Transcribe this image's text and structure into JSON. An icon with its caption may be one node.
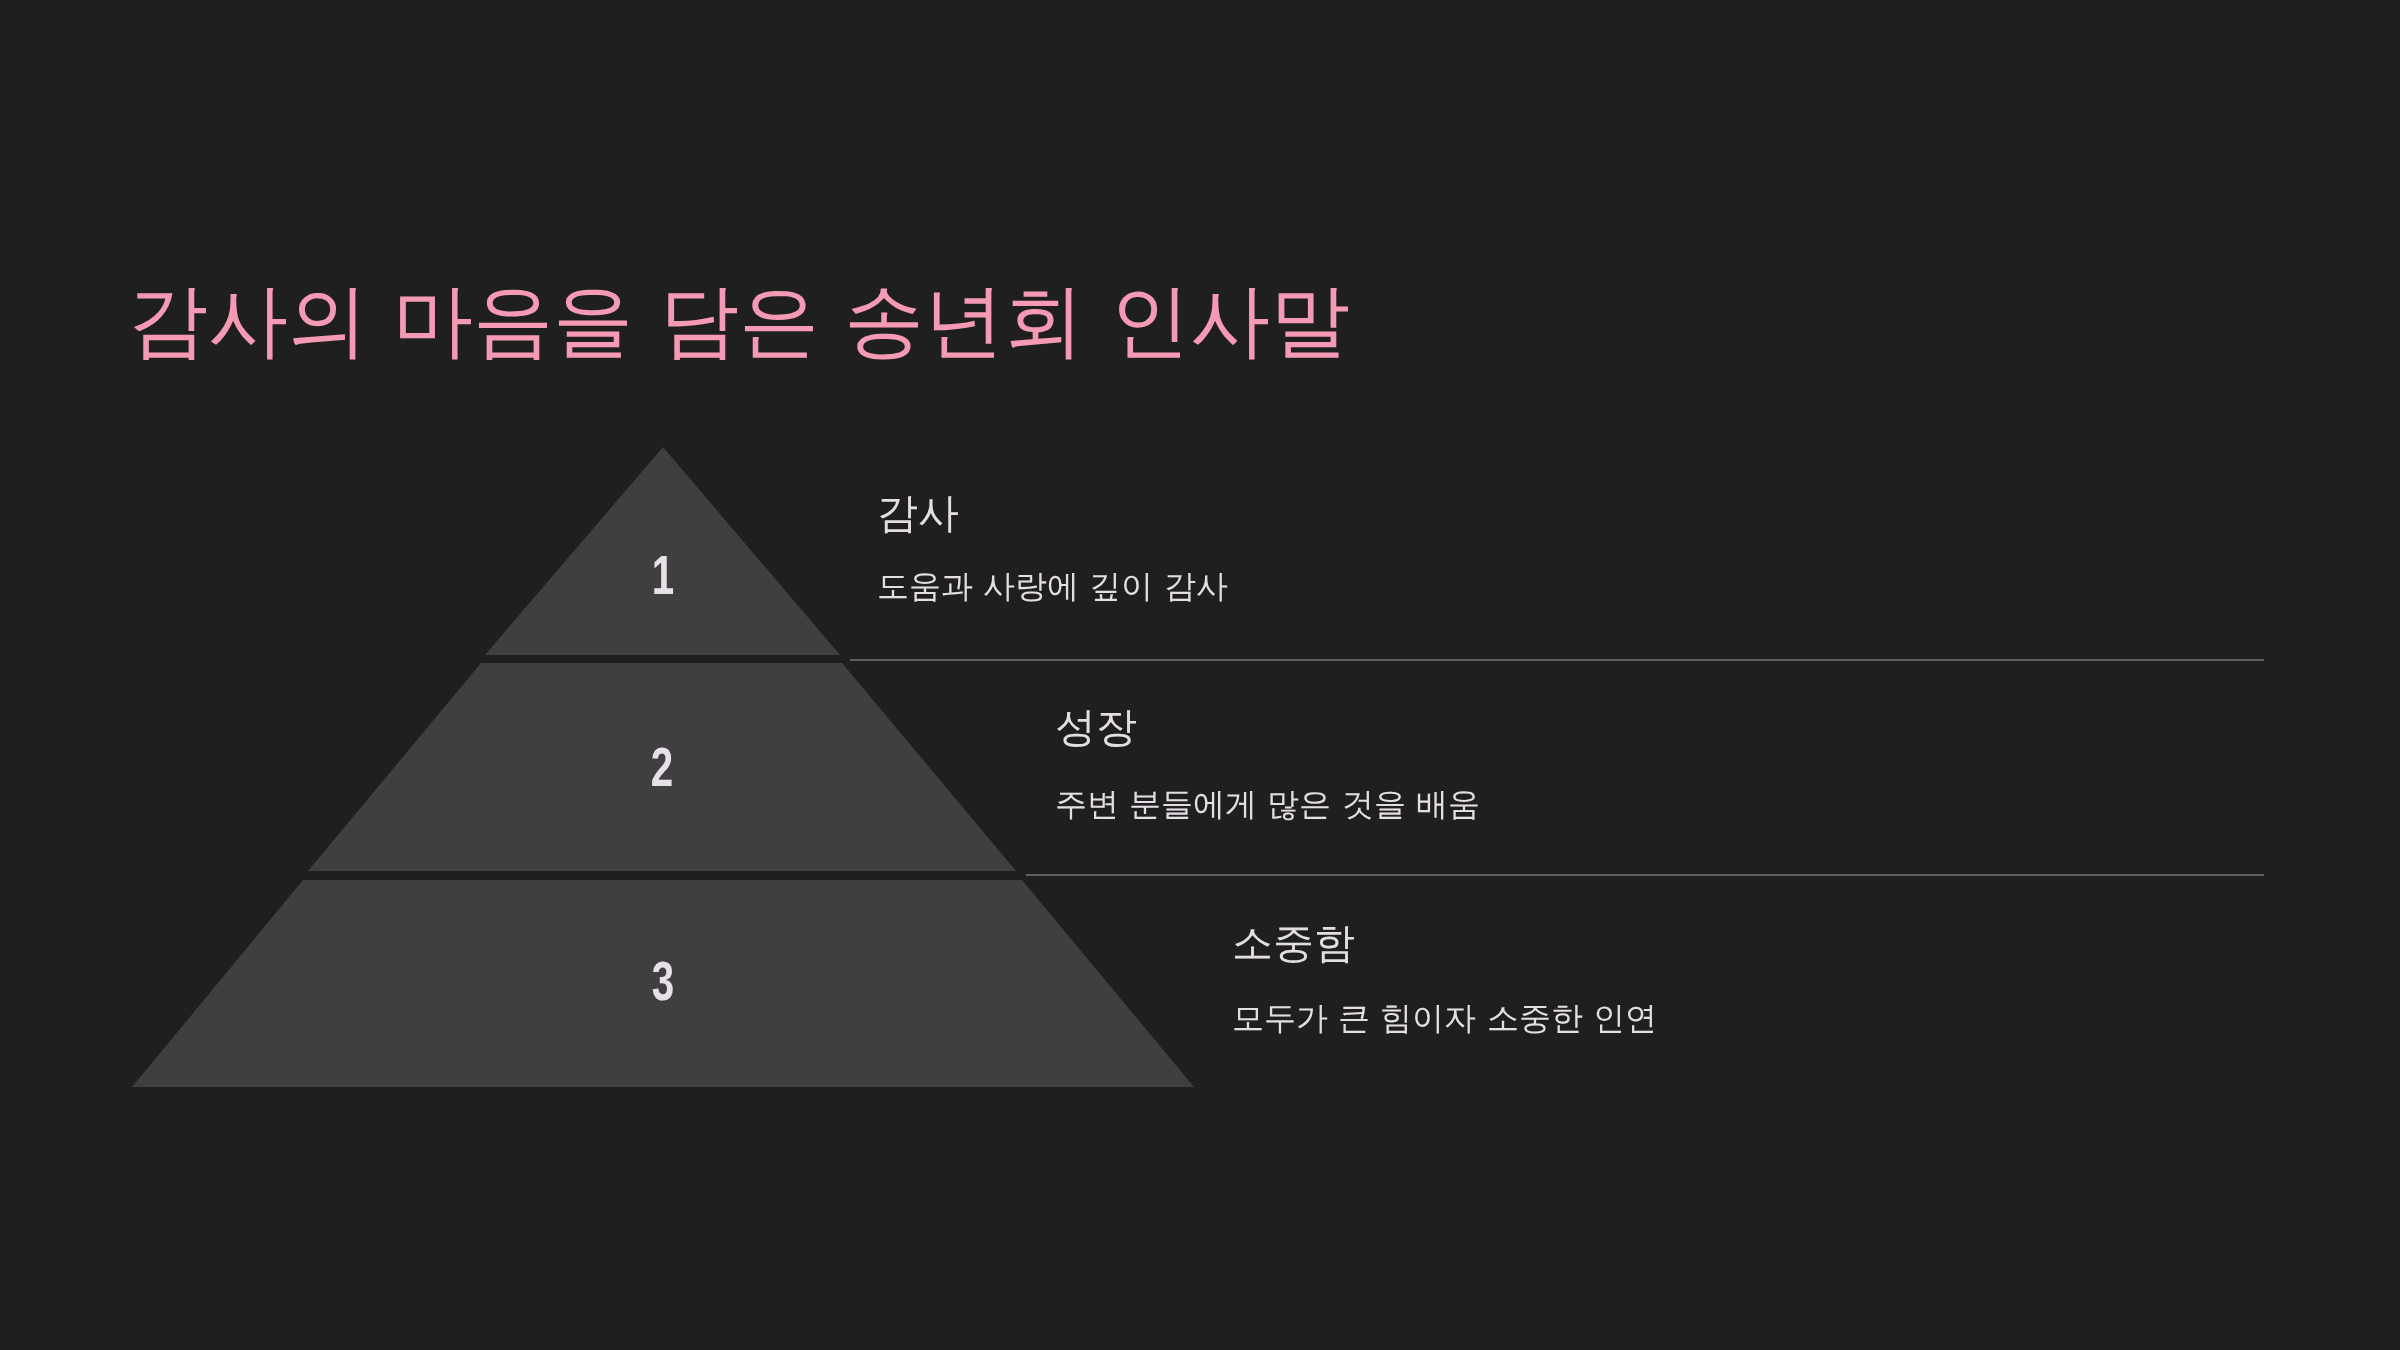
{
  "diagram": {
    "title": "감사의 마음을 담은 송년회 인사말",
    "nodes": [
      {
        "text": [
          "1"
        ],
        "beside": [
          "감사",
          "도움과 사랑에 깊이 감사"
        ]
      },
      {
        "text": [
          "2"
        ],
        "beside": [
          "성장",
          "주변 분들에게 많은 것을 배움"
        ]
      },
      {
        "text": [
          "3"
        ],
        "beside": [
          "소중함",
          "모두가 큰 힘이자 소중한 인연"
        ]
      }
    ]
  }
}
